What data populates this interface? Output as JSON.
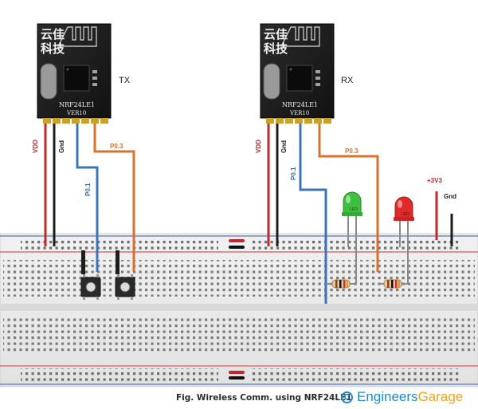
{
  "diagram": {
    "tx_module": {
      "logo_line1": "云佳",
      "logo_line2": "科技",
      "chip_marking": "NRF24LE1",
      "version": "VER10",
      "role_label": "TX"
    },
    "rx_module": {
      "logo_line1": "云佳",
      "logo_line2": "科技",
      "chip_marking": "NRF24LE1",
      "version": "VER10",
      "role_label": "RX"
    },
    "wire_labels": {
      "tx_vdd": "VDD",
      "tx_gnd": "Gnd",
      "tx_p01": "P0.1",
      "tx_p03": "P0.3",
      "rx_vdd": "VDD",
      "rx_gnd": "Gnd",
      "rx_p01": "P0.1",
      "rx_p03": "P0.3",
      "supply_3v3": "+3V3",
      "supply_gnd": "Gnd"
    },
    "led_marking": "LED",
    "caption": "Fig. Wireless Comm. using NRF24LE1",
    "brand": {
      "first": "Engineers",
      "second": "Garage"
    },
    "colors": {
      "vdd_wire": "#c0282d",
      "gnd_wire": "#1d1d1d",
      "p01_wire": "#3d74b8",
      "p03_wire": "#d9712d",
      "label_red": "#c0282d",
      "label_blue": "#2f6fc0",
      "label_orange": "#d9712d",
      "breadboard": "#ebebeb",
      "rail_red": "#d55a5a",
      "rail_blue": "#5a76c8",
      "led_green": "#3fbf3f",
      "led_red": "#e02a2a",
      "brand_blue": "#1b8ccc",
      "brand_orange": "#f2a21b"
    }
  }
}
